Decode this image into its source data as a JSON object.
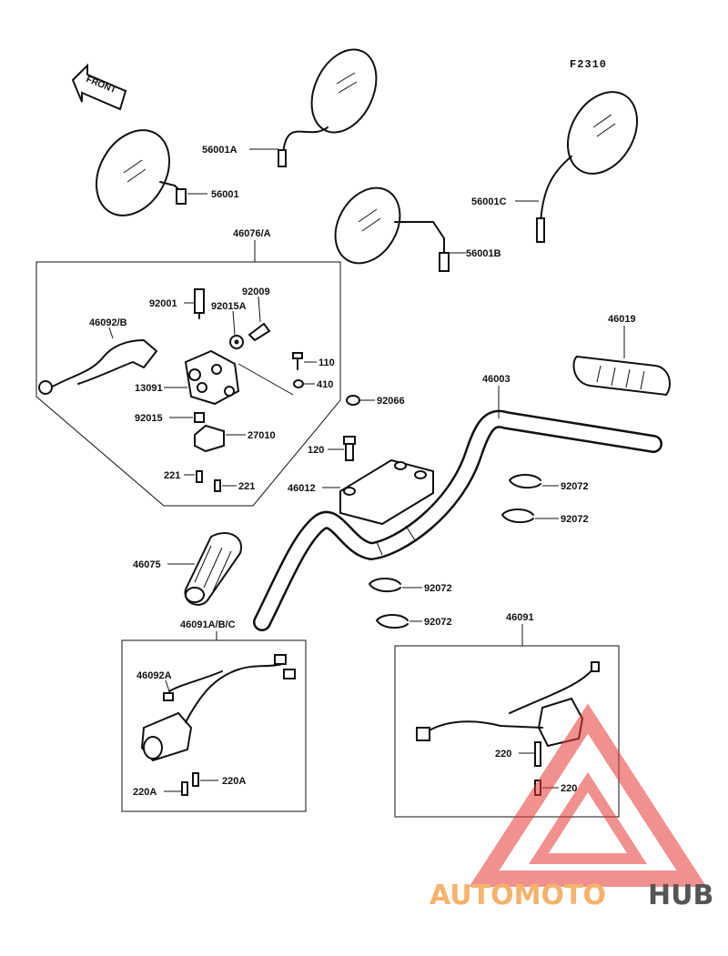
{
  "figure_code": "F2310",
  "front_arrow_text": "FRONT",
  "part_labels": {
    "p56001A": "56001A",
    "p56001": "56001",
    "p56001C": "56001C",
    "p56001B": "56001B",
    "p46076A": "46076/A",
    "p92009": "92009",
    "p92001": "92001",
    "p92015A": "92015A",
    "p46092B": "46092/B",
    "p110": "110",
    "p13091": "13091",
    "p410": "410",
    "p92015": "92015",
    "p27010": "27010",
    "p221a": "221",
    "p221b": "221",
    "p46019": "46019",
    "p46003": "46003",
    "p92066": "92066",
    "p120": "120",
    "p46012": "46012",
    "p92072a": "92072",
    "p92072b": "92072",
    "p46075": "46075",
    "p92072c": "92072",
    "p92072d": "92072",
    "p46091ABC": "46091A/B/C",
    "p46092A": "46092A",
    "p220Aa": "220A",
    "p220Ab": "220A",
    "p46091": "46091",
    "p220a": "220",
    "p220b": "220"
  },
  "watermark": {
    "text_part1": "AUTOMOTO",
    "text_part2": "HUB",
    "color_part1": "#f6b26b",
    "color_part2": "#555555",
    "logo_color": "#e53935"
  }
}
